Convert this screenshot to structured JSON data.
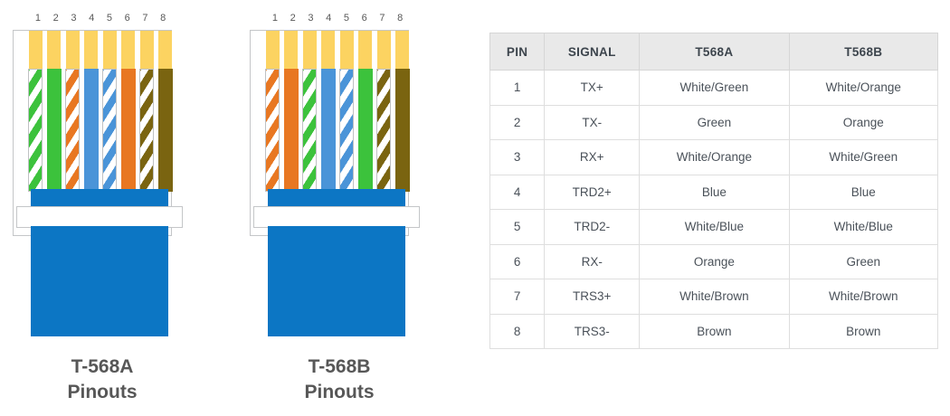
{
  "connectors": [
    {
      "id": "t568a",
      "caption_line1": "T-568A",
      "caption_line2": "Pinouts",
      "pin_numbers": [
        "1",
        "2",
        "3",
        "4",
        "5",
        "6",
        "7",
        "8"
      ],
      "wires": [
        {
          "pin": "1",
          "name": "White/Green",
          "base": "#ffffff",
          "stripe": "#3cc23c",
          "striped": true
        },
        {
          "pin": "2",
          "name": "Green",
          "base": "#3cc23c",
          "stripe": "#3cc23c",
          "striped": false
        },
        {
          "pin": "3",
          "name": "White/Orange",
          "base": "#ffffff",
          "stripe": "#e87722",
          "striped": true
        },
        {
          "pin": "4",
          "name": "Blue",
          "base": "#4a94d8",
          "stripe": "#4a94d8",
          "striped": false
        },
        {
          "pin": "5",
          "name": "White/Blue",
          "base": "#ffffff",
          "stripe": "#4a94d8",
          "striped": true
        },
        {
          "pin": "6",
          "name": "Orange",
          "base": "#e87722",
          "stripe": "#e87722",
          "striped": false
        },
        {
          "pin": "7",
          "name": "White/Brown",
          "base": "#ffffff",
          "stripe": "#7a6410",
          "striped": true
        },
        {
          "pin": "8",
          "name": "Brown",
          "base": "#7a6410",
          "stripe": "#7a6410",
          "striped": false
        }
      ]
    },
    {
      "id": "t568b",
      "caption_line1": "T-568B",
      "caption_line2": "Pinouts",
      "pin_numbers": [
        "1",
        "2",
        "3",
        "4",
        "5",
        "6",
        "7",
        "8"
      ],
      "wires": [
        {
          "pin": "1",
          "name": "White/Orange",
          "base": "#ffffff",
          "stripe": "#e87722",
          "striped": true
        },
        {
          "pin": "2",
          "name": "Orange",
          "base": "#e87722",
          "stripe": "#e87722",
          "striped": false
        },
        {
          "pin": "3",
          "name": "White/Green",
          "base": "#ffffff",
          "stripe": "#3cc23c",
          "striped": true
        },
        {
          "pin": "4",
          "name": "Blue",
          "base": "#4a94d8",
          "stripe": "#4a94d8",
          "striped": false
        },
        {
          "pin": "5",
          "name": "White/Blue",
          "base": "#ffffff",
          "stripe": "#4a94d8",
          "striped": true
        },
        {
          "pin": "6",
          "name": "Green",
          "base": "#3cc23c",
          "stripe": "#3cc23c",
          "striped": false
        },
        {
          "pin": "7",
          "name": "White/Brown",
          "base": "#ffffff",
          "stripe": "#7a6410",
          "striped": true
        },
        {
          "pin": "8",
          "name": "Brown",
          "base": "#7a6410",
          "stripe": "#7a6410",
          "striped": false
        }
      ]
    }
  ],
  "colors": {
    "pin_gold": "#fcd361",
    "body_blue": "#0c76c4",
    "housing_outline": "#c4c6c8",
    "table_header_bg": "#e9e9e9",
    "table_border": "#dedede",
    "text": "#575757"
  },
  "table": {
    "columns": [
      "PIN",
      "SIGNAL",
      "T568A",
      "T568B"
    ],
    "rows": [
      [
        "1",
        "TX+",
        "White/Green",
        "White/Orange"
      ],
      [
        "2",
        "TX-",
        "Green",
        "Orange"
      ],
      [
        "3",
        "RX+",
        "White/Orange",
        "White/Green"
      ],
      [
        "4",
        "TRD2+",
        "Blue",
        "Blue"
      ],
      [
        "5",
        "TRD2-",
        "White/Blue",
        "White/Blue"
      ],
      [
        "6",
        "RX-",
        "Orange",
        "Green"
      ],
      [
        "7",
        "TRS3+",
        "White/Brown",
        "White/Brown"
      ],
      [
        "8",
        "TRS3-",
        "Brown",
        "Brown"
      ]
    ]
  }
}
